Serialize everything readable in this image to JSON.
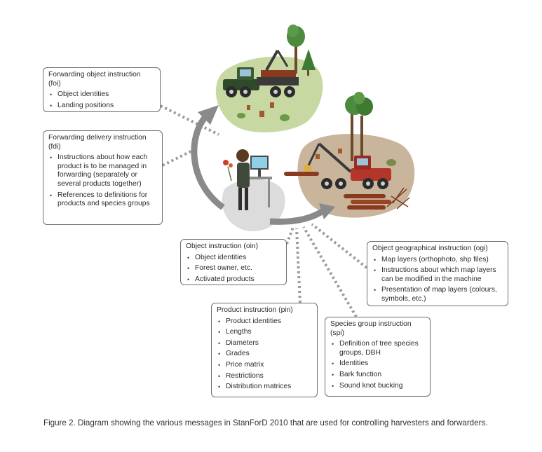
{
  "boxes": {
    "foi": {
      "title": "Forwarding object instruction (foi)",
      "items": [
        "Object identities",
        "Landing positions"
      ]
    },
    "fdi": {
      "title": "Forwarding delivery instruction (fdi)",
      "items": [
        "Instructions about how each product is to be managed in forwarding (separately or several products together)",
        "References to definitions for products and species groups"
      ]
    },
    "oin": {
      "title": "Object instruction (oin)",
      "items": [
        "Object identities",
        "Forest owner, etc.",
        "Activated products"
      ]
    },
    "ogi": {
      "title": "Object geographical instruction (ogi)",
      "items": [
        "Map layers (orthophoto, shp files)",
        "Instructions about which map layers can be modified in the machine",
        "Presentation of map layers (colours, symbols, etc.)"
      ]
    },
    "pin": {
      "title": "Product instruction (pin)",
      "items": [
        "Product identities",
        "Lengths",
        "Diameters",
        "Grades",
        "Price matrix",
        "Restrictions",
        "Distribution matrices"
      ]
    },
    "spi": {
      "title": "Species group instruction (spi)",
      "items": [
        "Definition of tree species groups, DBH",
        "Identities",
        "Bark function",
        "Sound knot bucking"
      ]
    }
  },
  "caption": "Figure 2. Diagram showing the various messages in StanForD 2010 that are used for controlling harvesters and forwarders.",
  "colors": {
    "forwarder_ground": "#c8d8a2",
    "harvester_ground": "#c9b49c",
    "operator_ground": "#dcdcdc",
    "arrow": "#8a8a8a",
    "dots": "#9a9a9a",
    "forwarder_body": "#2f4a2a",
    "harvester_body": "#b3362a",
    "tree": "#4d8a3d",
    "log": "#8a3a1e"
  }
}
